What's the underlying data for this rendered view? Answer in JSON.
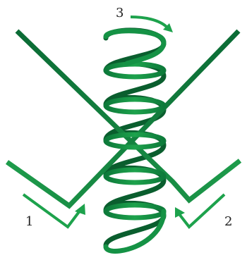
{
  "labels": {
    "one": "1",
    "two": "2",
    "three": "3"
  },
  "colors": {
    "dark_green": "#0b6b35",
    "mid_green": "#159245",
    "light_green": "#25b255",
    "label_text": "#222222"
  }
}
